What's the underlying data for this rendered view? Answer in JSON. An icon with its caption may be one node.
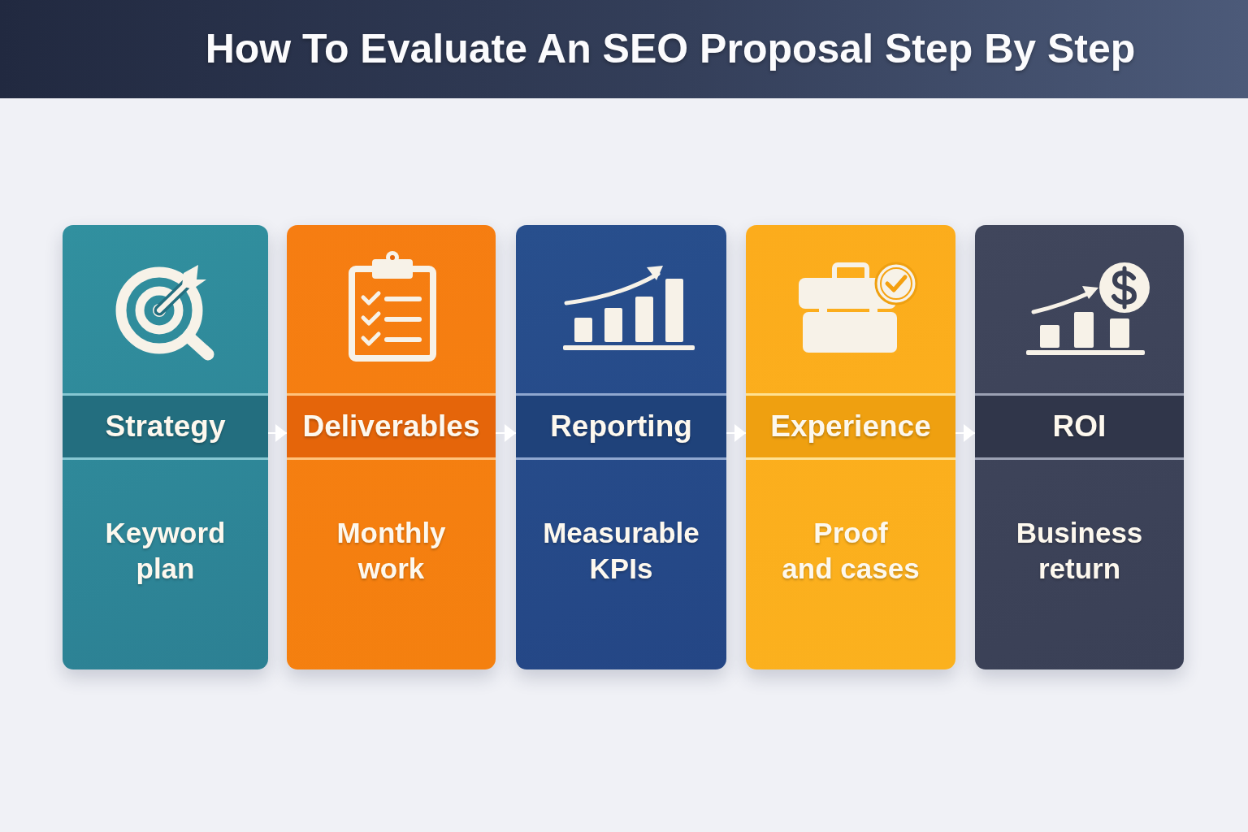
{
  "diagram": {
    "title": "How To Evaluate An SEO Proposal Step By Step",
    "nodes": [
      {
        "text": [
          "Strategy",
          "Keyword plan"
        ]
      },
      {
        "text": [
          "Deliverables",
          "Monthly work"
        ]
      },
      {
        "text": [
          "Reporting",
          "Measurable KPIs"
        ]
      },
      {
        "text": [
          "Experience",
          "Proof and cases"
        ]
      },
      {
        "text": [
          "ROI",
          "Business return"
        ]
      }
    ],
    "edges": [
      {
        "from": 0,
        "to": 1,
        "arrow": "to"
      },
      {
        "from": 1,
        "to": 2,
        "arrow": "to"
      },
      {
        "from": 2,
        "to": 3,
        "arrow": "to"
      },
      {
        "from": 3,
        "to": 4,
        "arrow": "to"
      }
    ]
  }
}
